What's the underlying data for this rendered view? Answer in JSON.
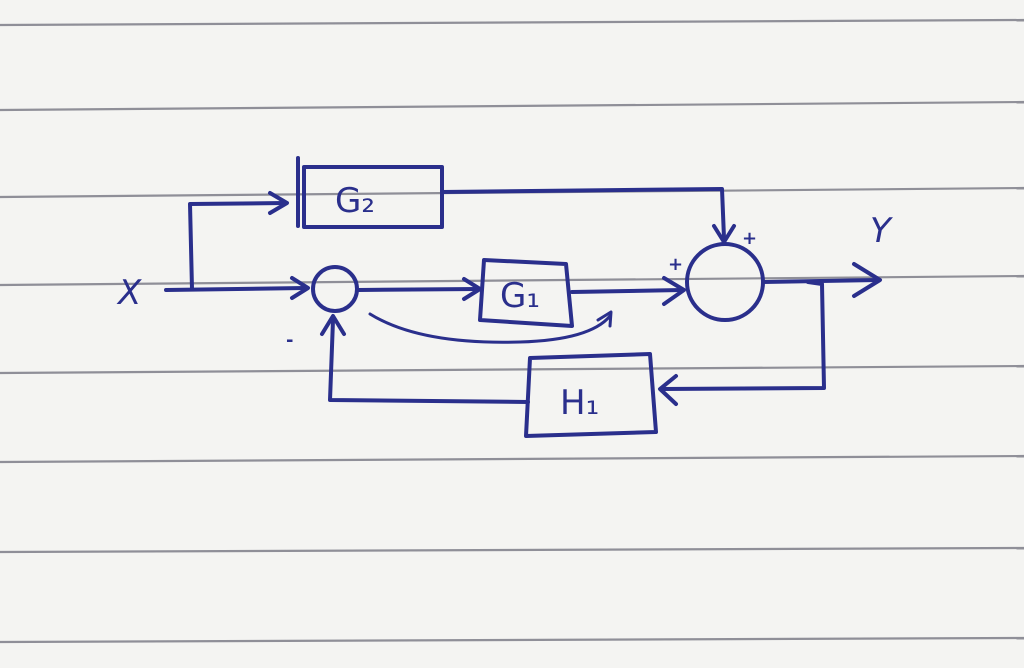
{
  "input_label": "X",
  "output_label": "Y",
  "blocks": {
    "g1": "G₁",
    "g2": "G₂",
    "h1": "H₁"
  },
  "signs": {
    "sum1_feedback": "-",
    "sum2_left": "+",
    "sum2_top": "+"
  },
  "colors": {
    "ink": "#2a2f8c",
    "paper": "#f4f4f2",
    "rule": "#8f8f98"
  }
}
